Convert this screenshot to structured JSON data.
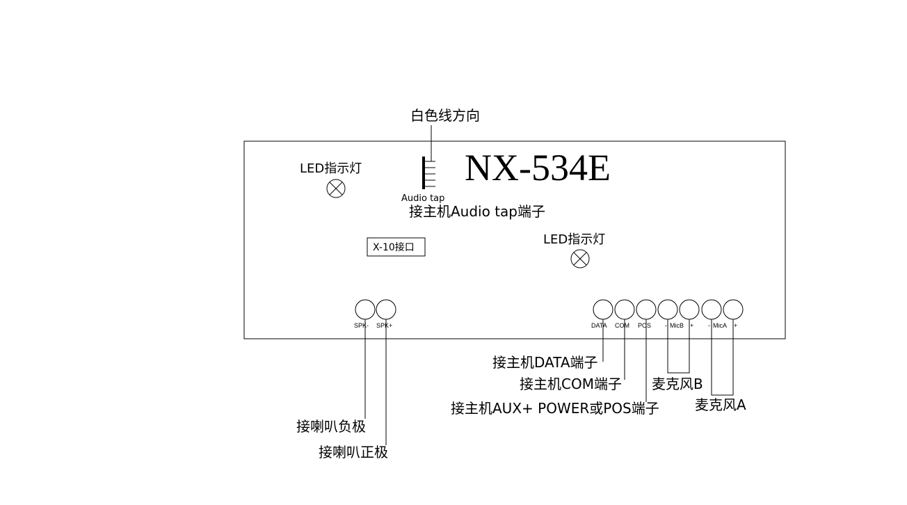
{
  "board": {
    "model": "NX-534E",
    "white_wire_direction": "白色线方向",
    "audio_tap_small": "Audio tap",
    "audio_tap_label": "接主机Audio tap端子",
    "x10_label": "X-10接口",
    "led_left": "LED指示灯",
    "led_right": "LED指示灯"
  },
  "terminals": {
    "spk_minus": "SPK-",
    "spk_plus": "SPK+",
    "data": "DATA",
    "com": "COM",
    "pos": "POS",
    "micb_minus": "-",
    "micb": "MicB",
    "micb_plus": "+",
    "mica_minus": "-",
    "mica": "MicA",
    "mica_plus": "+"
  },
  "callouts": {
    "spk_negative": "接喇叭负极",
    "spk_positive": "接喇叭正极",
    "data": "接主机DATA端子",
    "com": "接主机COM端子",
    "pos": "接主机AUX+ POWER或POS端子",
    "mic_b": "麦克风B",
    "mic_a": "麦克风A"
  }
}
